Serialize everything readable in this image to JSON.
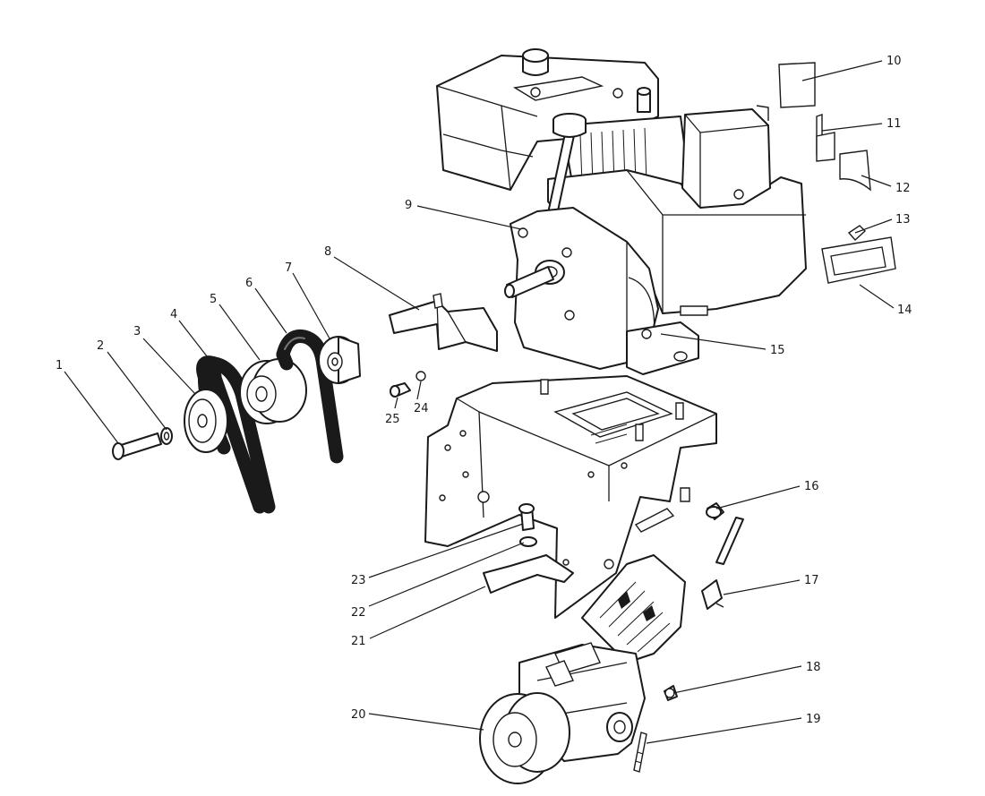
{
  "callouts": [
    {
      "id": "1",
      "text": "1"
    },
    {
      "id": "2",
      "text": "2"
    },
    {
      "id": "3",
      "text": "3"
    },
    {
      "id": "4",
      "text": "4"
    },
    {
      "id": "5",
      "text": "5"
    },
    {
      "id": "6",
      "text": "6"
    },
    {
      "id": "7",
      "text": "7"
    },
    {
      "id": "8",
      "text": "8"
    },
    {
      "id": "9",
      "text": "9"
    },
    {
      "id": "10",
      "text": "10"
    },
    {
      "id": "11",
      "text": "11"
    },
    {
      "id": "12",
      "text": "12"
    },
    {
      "id": "13",
      "text": "13"
    },
    {
      "id": "14",
      "text": "14"
    },
    {
      "id": "15",
      "text": "15"
    },
    {
      "id": "16",
      "text": "16"
    },
    {
      "id": "17",
      "text": "17"
    },
    {
      "id": "18",
      "text": "18"
    },
    {
      "id": "19",
      "text": "19"
    },
    {
      "id": "20",
      "text": "20"
    },
    {
      "id": "21",
      "text": "21"
    },
    {
      "id": "22",
      "text": "22"
    },
    {
      "id": "23",
      "text": "23"
    },
    {
      "id": "24",
      "text": "24"
    },
    {
      "id": "25",
      "text": "25"
    }
  ],
  "colors": {
    "ink": "#1a1a1a",
    "paper": "#ffffff"
  }
}
